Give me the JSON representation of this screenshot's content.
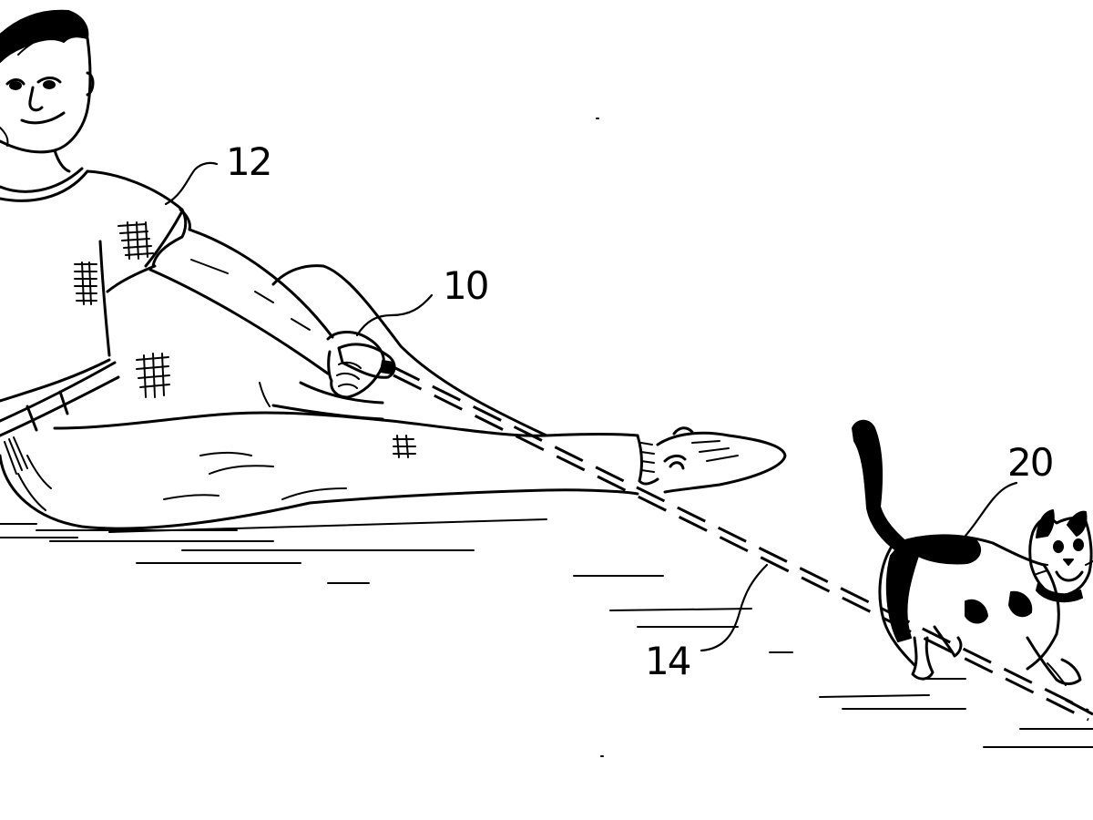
{
  "figure": {
    "reference_numerals": {
      "person": "12",
      "laser_device": "10",
      "light_beam": "14",
      "cat": "20"
    },
    "ink_color": "#000000",
    "background_color": "#ffffff"
  }
}
